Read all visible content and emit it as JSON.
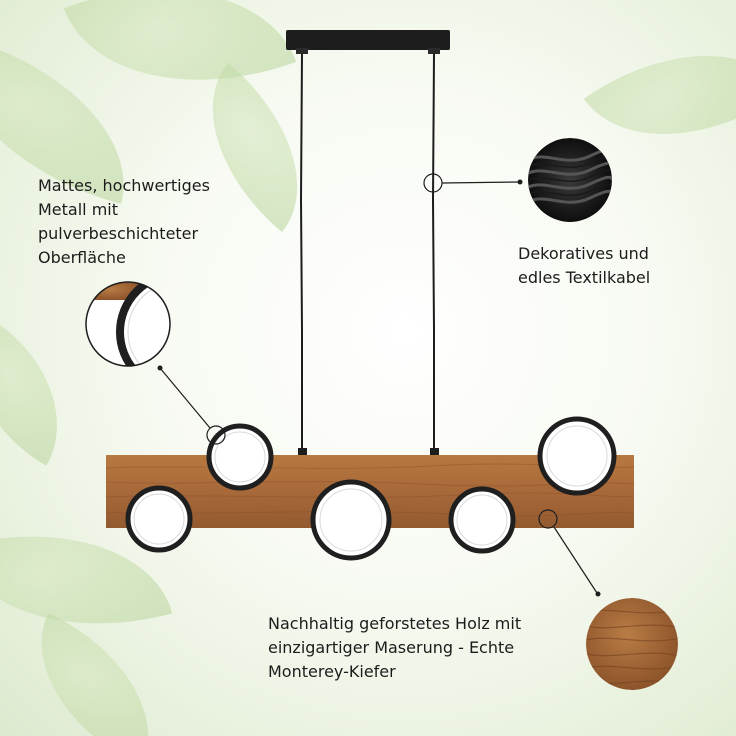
{
  "features": {
    "metal": {
      "lines": [
        "Mattes, hochwertiges",
        "Metall mit",
        "pulverbeschichteter",
        "Oberfläche"
      ]
    },
    "cable": {
      "lines": [
        "Dekoratives und",
        "edles Textilkabel"
      ]
    },
    "wood": {
      "lines": [
        "Nachhaltig geforstetes Holz mit",
        "einzigartiger Maserung - Echte",
        "Monterey-Kiefer"
      ]
    }
  },
  "colors": {
    "wood": "#a8693a",
    "metal": "#1d1d1d",
    "text": "#1c1c1c"
  }
}
